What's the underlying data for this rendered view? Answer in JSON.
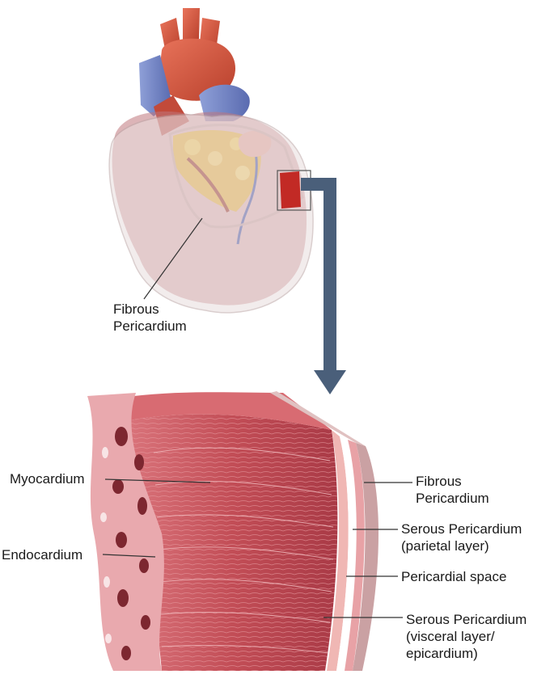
{
  "labels": {
    "fibrous_top": [
      "Fibrous",
      "Pericardium"
    ],
    "myocardium": "Myocardium",
    "endocardium": "Endocardium",
    "fibrous_right": [
      "Fibrous",
      "Pericardium"
    ],
    "serous_parietal": [
      "Serous Pericardium",
      "(parietal layer)"
    ],
    "pericardial_space": "Pericardial space",
    "serous_visceral": [
      "Serous Pericardium",
      "(visceral layer/",
      "epicardium)"
    ]
  },
  "colors": {
    "arrow": "#4a5f7a",
    "aorta": "#d0543c",
    "vein": "#6f7fc0",
    "muscle": "#c24d56",
    "fat": "#e8b84a",
    "sac": "#e9dede",
    "leader": "#333333"
  }
}
